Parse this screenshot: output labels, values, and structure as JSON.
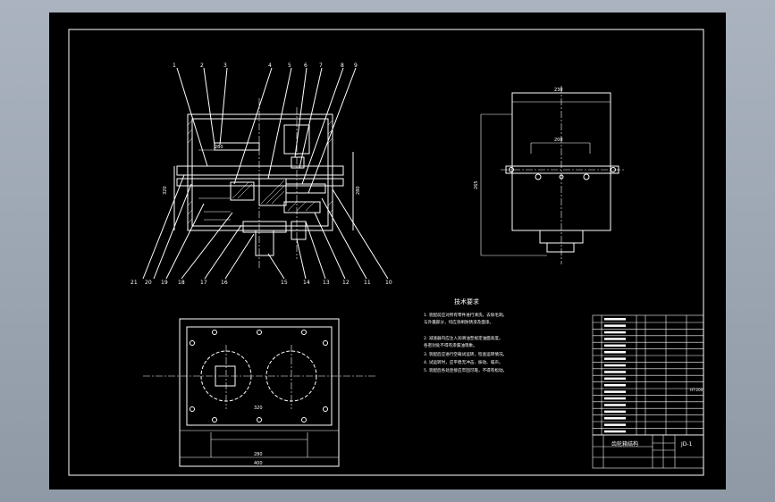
{
  "colors": {
    "window_bg": "#9aa3af",
    "canvas_bg": "#000000",
    "line": "#ffffff",
    "hatch": "#ffffff"
  },
  "drawing": {
    "section_view": {
      "part_numbers_top": [
        "1",
        "2",
        "3",
        "4",
        "5",
        "6",
        "7",
        "8",
        "9"
      ],
      "part_numbers_bottom": [
        "21",
        "20",
        "19",
        "18",
        "17",
        "16",
        "15",
        "14",
        "13",
        "12",
        "11",
        "10"
      ],
      "dims": [
        "320",
        "280",
        "280"
      ]
    },
    "side_view": {
      "dims": [
        "230",
        "200",
        "265"
      ]
    },
    "top_view": {
      "dims": [
        "320",
        "280",
        "400"
      ]
    },
    "tech_notes": {
      "title": "技术要求",
      "lines": [
        "1. 装配前应对所有零件进行清洗，去除毛刺。",
        "   与外露部分，均应涂刷防锈漆及面漆。",
        "2. 减速器内应注入润滑油至规定油面高度。",
        "   各密封处不得有渗漏油现象。",
        "3. 装配后应进行空载试运转，检查运转情况。",
        "4. 试运转时，应平稳无冲击、振动、噪声。",
        "5. 装配后各处连接应牢固可靠，不得有松动。"
      ]
    },
    "title_block": {
      "drawing_title": "齿轮箱结构",
      "code": "JD-1",
      "side_code": "HT-200"
    }
  }
}
